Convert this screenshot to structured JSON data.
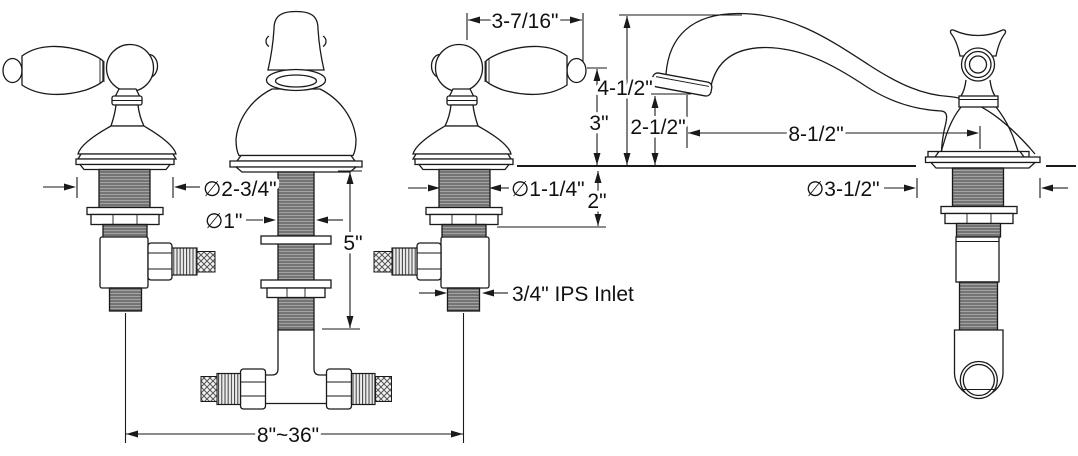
{
  "diagram": {
    "title": "widespread-faucet-dimension-drawing",
    "labels": {
      "handle_length": "3-7/16\"",
      "spout_height": "4-1/2\"",
      "handle_height": "3\"",
      "spout_outlet_height": "2-1/2\"",
      "spout_reach": "8-1/2\"",
      "max_deck_thickness": "2\"",
      "handle_base_diameter": "∅2-3/4\"",
      "center_shank_diameter": "∅1\"",
      "handle_shank_diameter": "∅1-1/4\"",
      "shank_length": "5\"",
      "inlet": "3/4\" IPS Inlet",
      "spout_base_diameter": "∅3-1/2\"",
      "spread_range": "8\"~36\""
    },
    "colors": {
      "line": "#1a1a1a",
      "background": "#ffffff",
      "thread_fill": "#a3a3a3",
      "thread_ridge": "#4d4d4d"
    }
  }
}
